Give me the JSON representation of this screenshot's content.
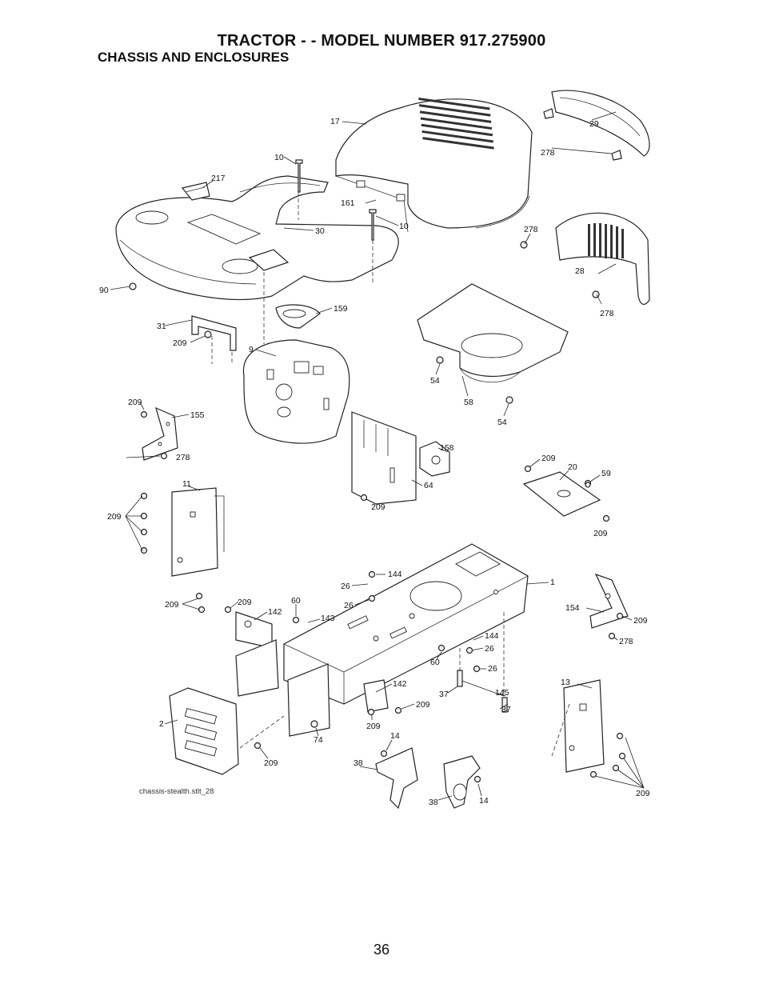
{
  "header": {
    "title": "TRACTOR - - MODEL NUMBER 917.275900",
    "subtitle": "CHASSIS AND ENCLOSURES"
  },
  "diagram": {
    "filename": "chassis-stealth.stlt_28",
    "labels": [
      "17",
      "29",
      "278",
      "10",
      "217",
      "161",
      "30",
      "10",
      "278",
      "28",
      "278",
      "90",
      "159",
      "31",
      "209",
      "9",
      "54",
      "58",
      "54",
      "209",
      "155",
      "278",
      "158",
      "209",
      "64",
      "209",
      "20",
      "59",
      "209",
      "11",
      "209",
      "144",
      "1",
      "26",
      "26",
      "209",
      "209",
      "142",
      "60",
      "143",
      "154",
      "209",
      "278",
      "144",
      "26",
      "60",
      "26",
      "142",
      "209",
      "145",
      "37",
      "37",
      "13",
      "2",
      "209",
      "74",
      "209",
      "14",
      "38",
      "38",
      "14",
      "209"
    ]
  },
  "footer": {
    "page_number": "36"
  }
}
